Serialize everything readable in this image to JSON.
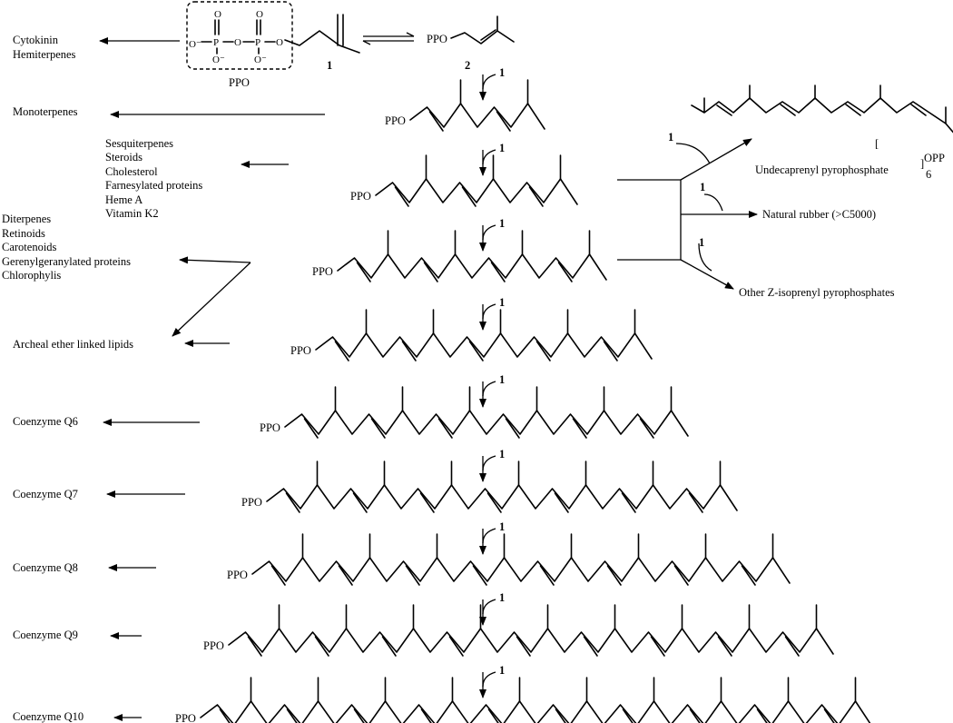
{
  "compounds": {
    "ipp": {
      "number": "1",
      "ppo_box_label": "PPO"
    },
    "dmapp": {
      "number": "2",
      "group": "PPO"
    },
    "chain_group": "PPO",
    "undecaprenyl_end_group": "OPP",
    "undecaprenyl_repeat": "6"
  },
  "atoms": {
    "oxygen": "O",
    "phosphorus": "P",
    "oxide": "O⁻",
    "ester_o": "O"
  },
  "ipp_addition_label": "1",
  "product_labels": {
    "cytokinin": [
      "Cytokinin",
      "Hemiterpenes"
    ],
    "monoterpenes": [
      "Monoterpenes"
    ],
    "sesquiterpenes": [
      "Sesquiterpenes",
      "Steroids",
      "Cholesterol",
      "Farnesylated proteins",
      "Heme A",
      "Vitamin K2"
    ],
    "diterpenes": [
      "Diterpenes",
      "Retinoids",
      "Carotenoids",
      "Gerenylgeranylated proteins",
      "Chlorophylis"
    ],
    "archeal": [
      "Archeal ether linked lipids"
    ],
    "q6": [
      "Coenzyme Q6"
    ],
    "q7": [
      "Coenzyme Q7"
    ],
    "q8": [
      "Coenzyme Q8"
    ],
    "q9": [
      "Coenzyme Q9"
    ],
    "q10": [
      "Coenzyme Q10"
    ]
  },
  "z_branch_labels": {
    "undecaprenyl": "Undecaprenyl pyrophosphate",
    "rubber": "Natural rubber (>C5000)",
    "other": "Other Z-isoprenyl pyrophosphates"
  }
}
